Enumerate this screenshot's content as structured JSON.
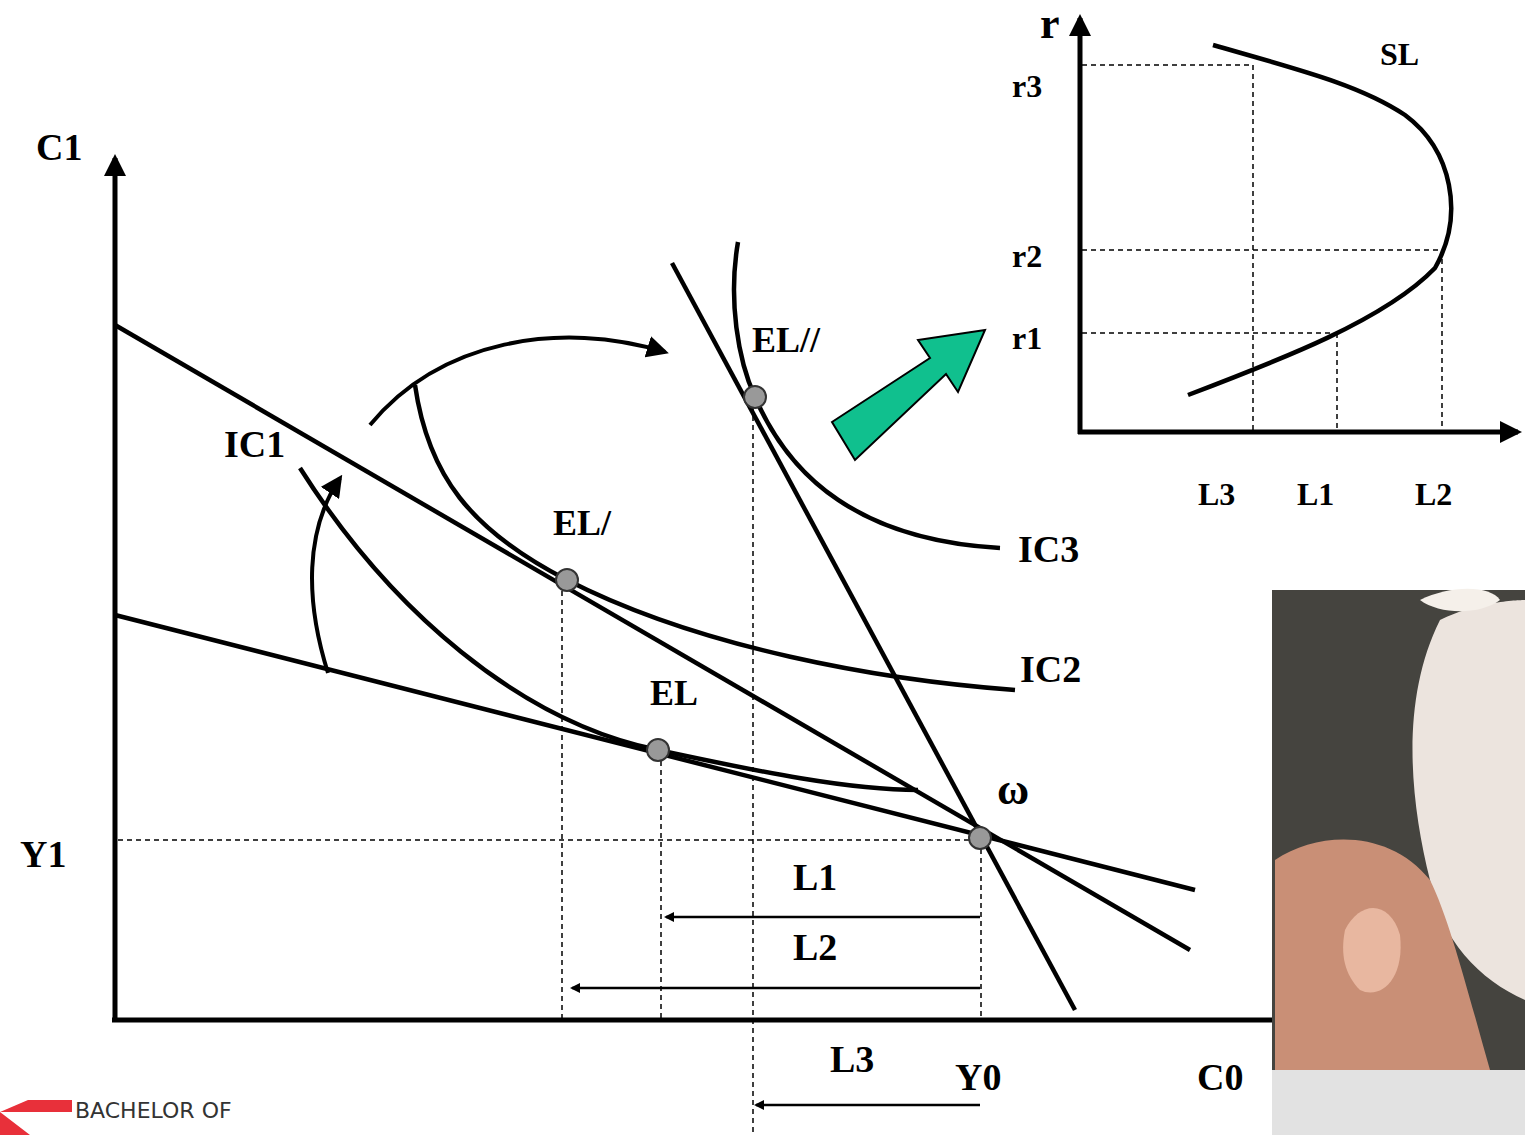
{
  "diagram": {
    "labels": [
      "C1",
      "IC1",
      "EL//",
      "EL/",
      "IC3",
      "EL",
      "IC2",
      "ω",
      "Y1",
      "L1",
      "L2",
      "L3",
      "Y0",
      "C0",
      "r",
      "r3",
      "SL",
      "r2",
      "r1",
      "L3",
      "L1",
      "L2",
      "BACHELOR OF"
    ]
  }
}
